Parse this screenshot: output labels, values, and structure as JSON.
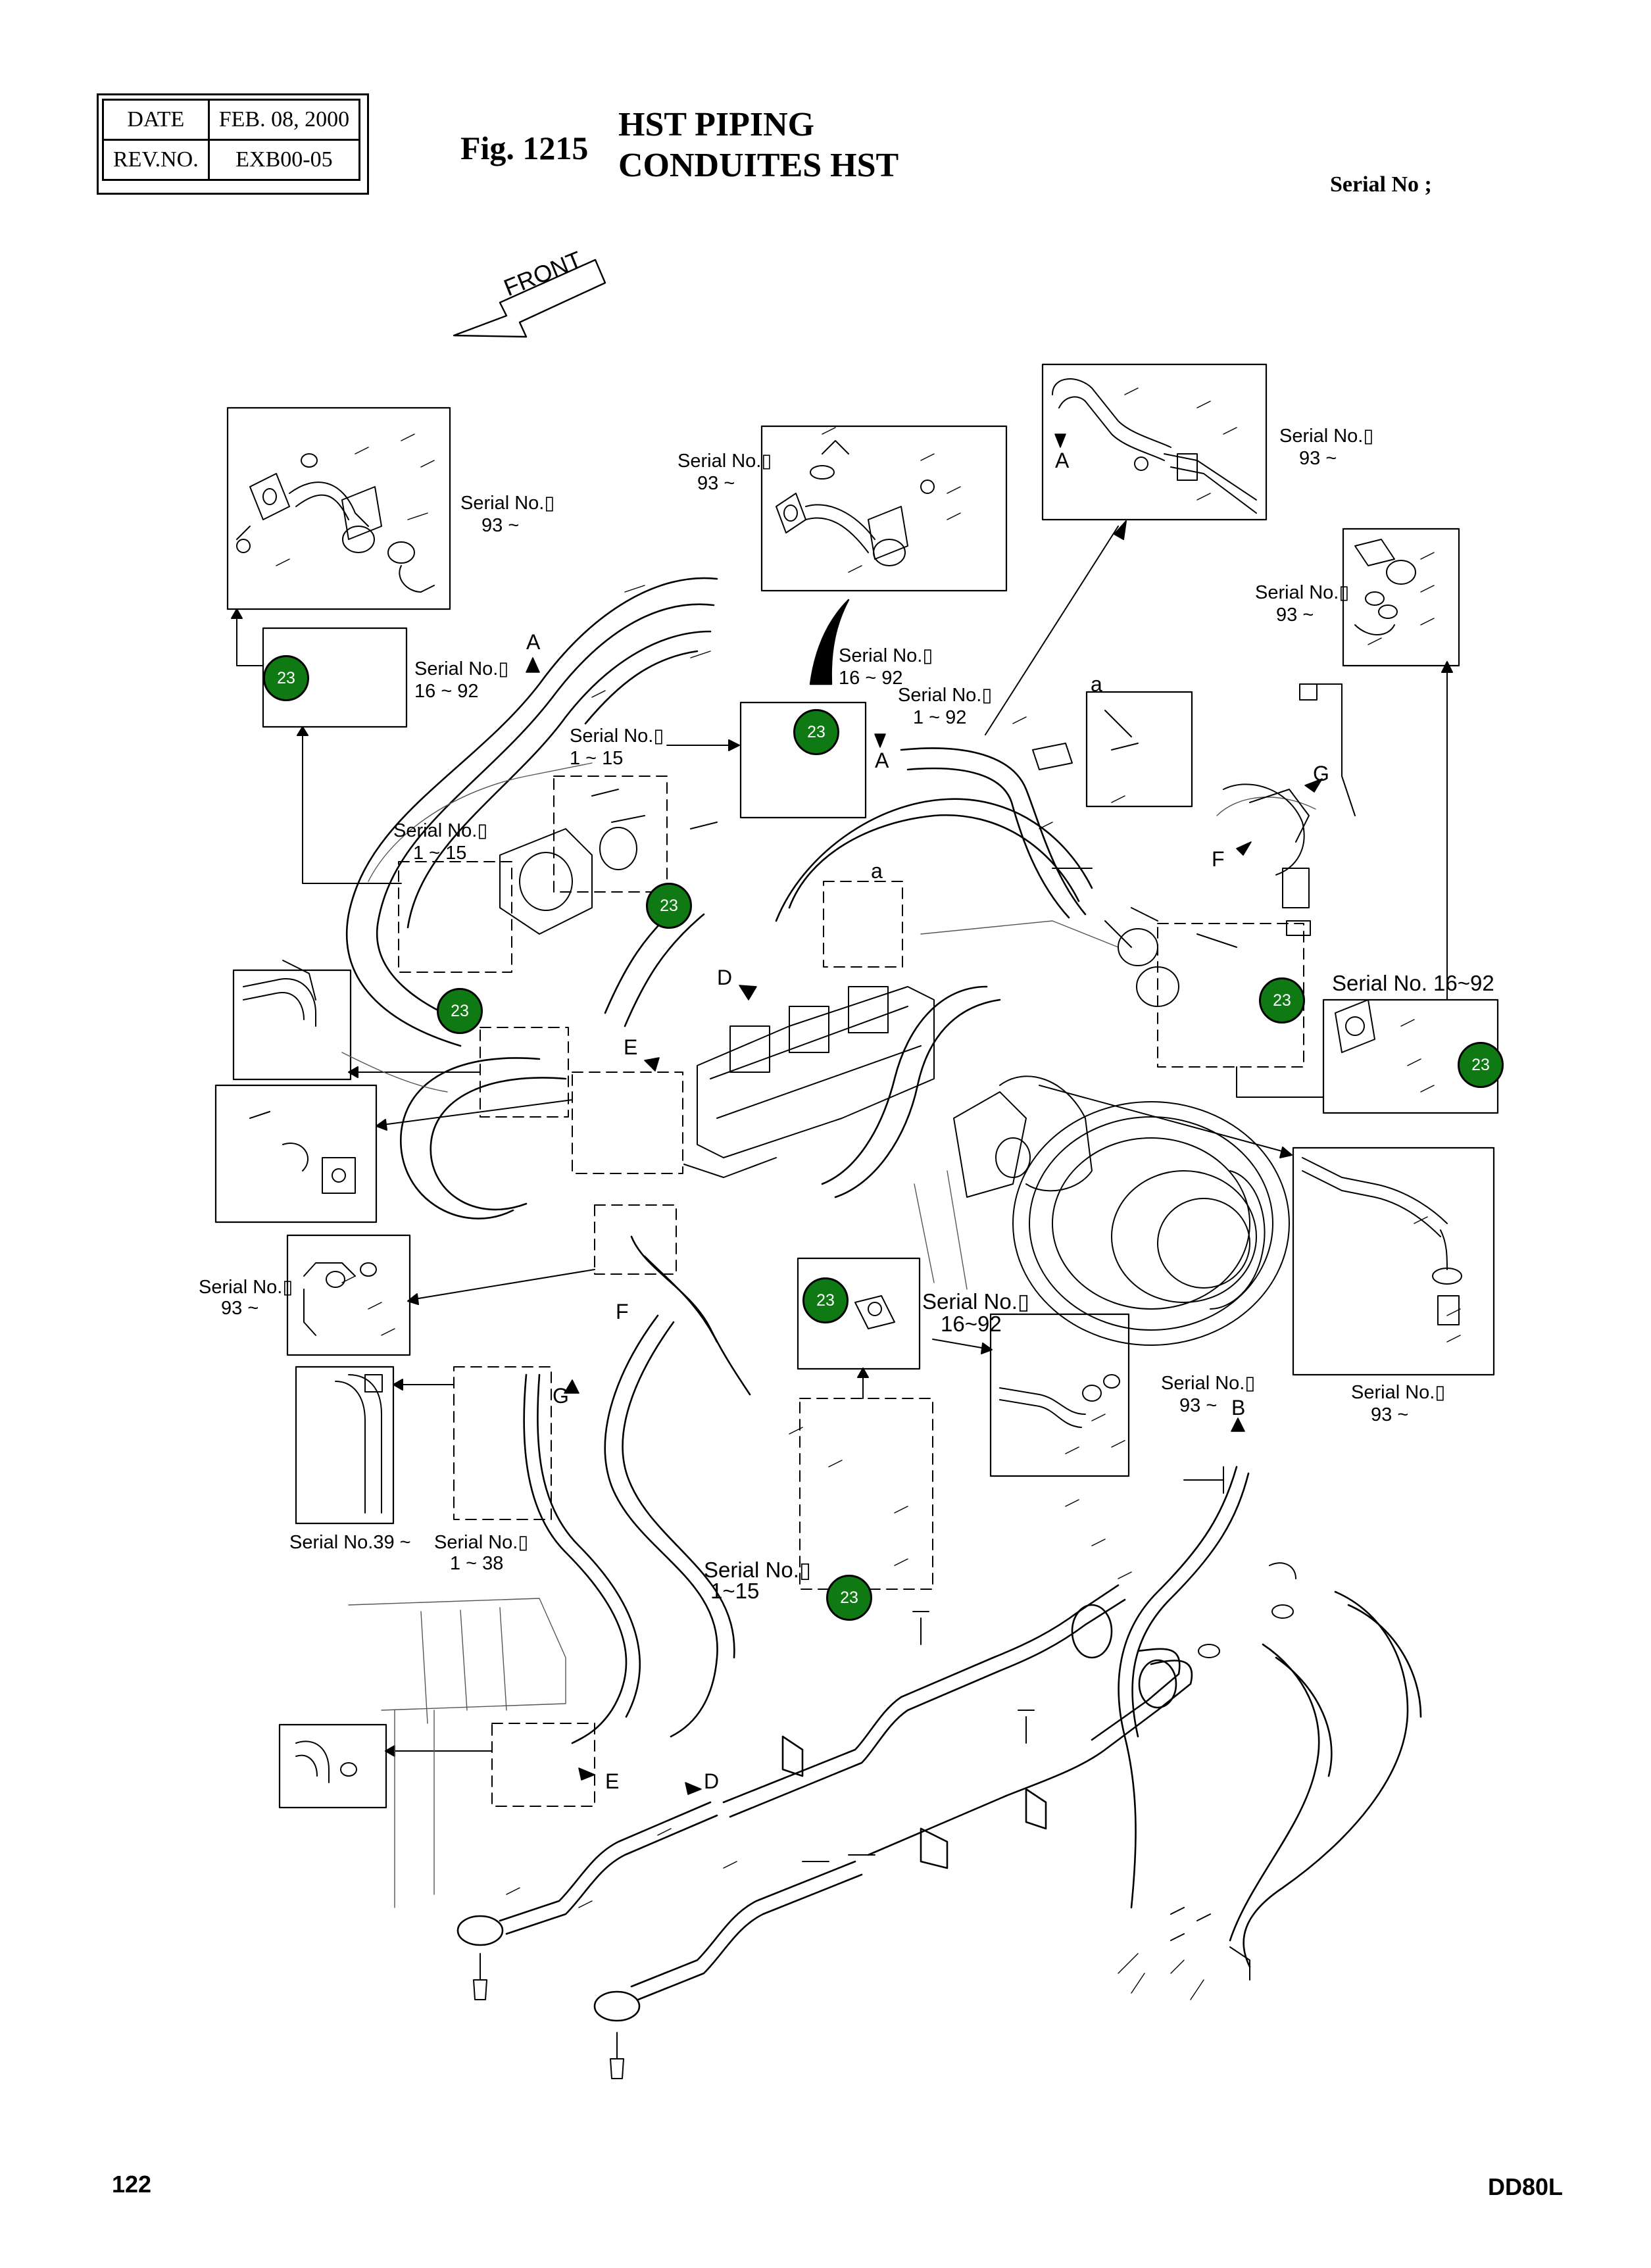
{
  "header": {
    "date_label": "DATE",
    "date_value": "FEB. 08, 2000",
    "rev_label": "REV.NO.",
    "rev_value": "EXB00-05",
    "figure": "Fig. 1215",
    "title_en": "HST PIPING",
    "title_fr": "CONDUITES HST",
    "serial_label": "Serial No ;"
  },
  "direction_label": "FRONT",
  "callout_badge": "23",
  "serial_labels": {
    "s1": "Serial No.▯",
    "s1r": "93 ~",
    "s2": "Serial No.▯",
    "s2r": "93 ~",
    "s3": "Serial No.▯",
    "s3r": "93 ~",
    "s4": "Serial No.▯",
    "s4r": "93 ~",
    "s5": "Serial No.▯",
    "s5r": "16 ~ 92",
    "s6": "Serial No.▯",
    "s6r": "16 ~ 92",
    "s7": "Serial No.▯",
    "s7r": "1 ~ 92",
    "s8": "Serial No.▯",
    "s8r": "1 ~ 15",
    "s9": "Serial No.▯",
    "s9r": "1 ~ 15",
    "s10": "Serial No. 16~92",
    "s11": "Serial No.▯",
    "s11r": "93 ~",
    "s12": "Serial No.▯",
    "s12r": "16~92",
    "s13": "Serial No.▯",
    "s13r": "93 ~",
    "s14": "Serial No.▯",
    "s14r": "93 ~",
    "s15": "Serial No.39 ~",
    "s16": "Serial No.▯",
    "s16r": "1 ~ 38",
    "s17": "Serial No.▯",
    "s17r": "1~15"
  },
  "letters": {
    "A": "A",
    "B": "B",
    "D": "D",
    "E": "E",
    "F": "F",
    "G": "G",
    "a": "a"
  },
  "footer": {
    "page": "122",
    "model": "DD80L"
  }
}
